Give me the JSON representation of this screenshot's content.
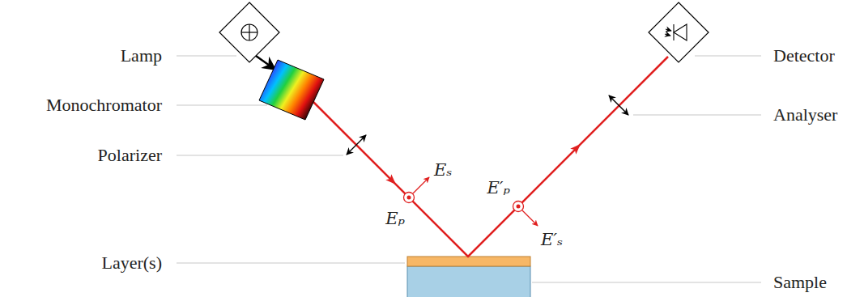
{
  "diagram": {
    "labels": [
      "Lamp",
      "Monochromator",
      "Polarizer",
      "Eₛ",
      "Eₚ",
      "E′ₚ",
      "E′ₛ",
      "Layer(s)",
      "Detector",
      "Analyser",
      "Sample"
    ]
  }
}
